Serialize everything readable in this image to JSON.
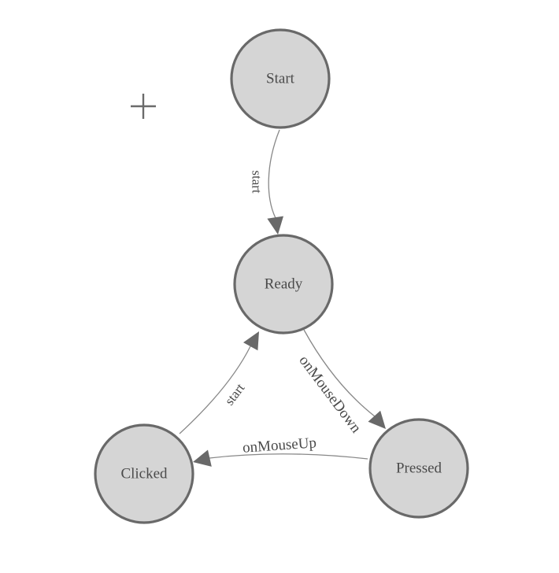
{
  "diagram": {
    "type": "state-machine",
    "background": "#ffffff"
  },
  "colors": {
    "node_fill": "#d5d5d5",
    "node_stroke": "#696969",
    "node_text": "#4a4a4a",
    "edge_line": "#888888",
    "arrow_fill": "#696969",
    "edge_text": "#4a4a4a",
    "origin_cross": "#6b6b6b"
  },
  "icons": {
    "origin_cross": "plus-crosshair"
  },
  "nodes": [
    {
      "id": "start",
      "label": "Start"
    },
    {
      "id": "ready",
      "label": "Ready"
    },
    {
      "id": "clicked",
      "label": "Clicked"
    },
    {
      "id": "pressed",
      "label": "Pressed"
    }
  ],
  "edges": [
    {
      "from": "start",
      "to": "ready",
      "label": "start"
    },
    {
      "from": "clicked",
      "to": "ready",
      "label": "start"
    },
    {
      "from": "ready",
      "to": "pressed",
      "label": "onMouseDown"
    },
    {
      "from": "pressed",
      "to": "clicked",
      "label": "onMouseUp"
    }
  ]
}
